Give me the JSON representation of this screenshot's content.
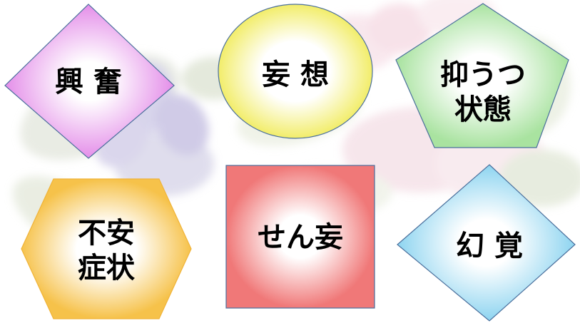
{
  "shapes": [
    {
      "id": "kofun",
      "label": "興 奮",
      "shape": "diamond",
      "center_color": "#ffffff",
      "edge_color": "#e48ee9",
      "stroke": "#4a6f9c"
    },
    {
      "id": "moso",
      "label": "妄 想",
      "shape": "circle",
      "center_color": "#ffffff",
      "edge_color": "#f2ed6a",
      "stroke": "#4a6f9c"
    },
    {
      "id": "yokuutsu",
      "label": "抑うつ\n状態",
      "shape": "pentagon",
      "center_color": "#ffffff",
      "edge_color": "#a9e3a0",
      "stroke": "#4a6f9c"
    },
    {
      "id": "fuan",
      "label": "不安\n症状",
      "shape": "hexagon",
      "center_color": "#ffffff",
      "edge_color": "#f6c24a",
      "stroke": "#f0b338"
    },
    {
      "id": "senmo",
      "label": "せん妄",
      "shape": "square",
      "center_color": "#ffffff",
      "edge_color": "#f07878",
      "stroke": "#4a6f9c"
    },
    {
      "id": "genkaku",
      "label": "幻 覚",
      "shape": "diamond",
      "center_color": "#ffffff",
      "edge_color": "#8dd4f0",
      "stroke": "#4a6f9c"
    }
  ]
}
